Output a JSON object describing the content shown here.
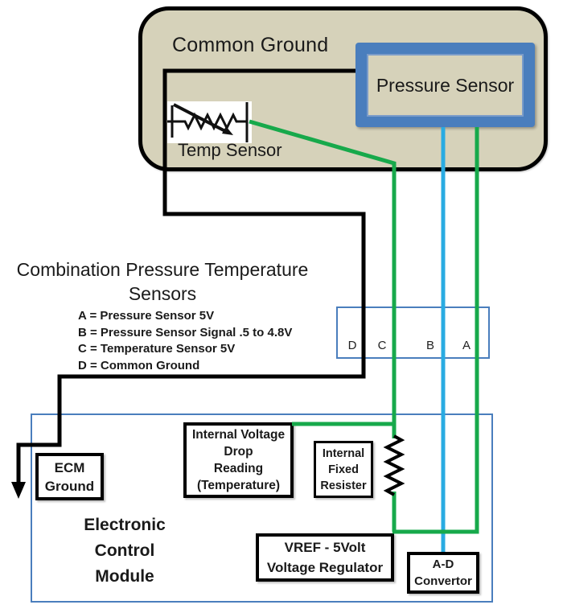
{
  "housing": {
    "label": "Common Ground"
  },
  "pressure_sensor": {
    "label": "Pressure Sensor"
  },
  "temp_sensor": {
    "label": "Temp Sensor"
  },
  "heading": {
    "line1": "Combination Pressure Temperature",
    "line2": "Sensors"
  },
  "legend": {
    "items": [
      "A = Pressure Sensor 5V",
      "B = Pressure Sensor Signal .5 to 4.8V",
      "C = Temperature Sensor 5V",
      "D = Common Ground"
    ]
  },
  "connector": {
    "pins": [
      "D",
      "C",
      "B",
      "A"
    ]
  },
  "ecm": {
    "title_lines": [
      "Electronic",
      "Control",
      "Module"
    ],
    "ground_box_lines": [
      "ECM",
      "Ground"
    ],
    "internal_voltage_drop_lines": [
      "Internal Voltage",
      "Drop",
      "Reading",
      "(Temperature)"
    ],
    "fixed_resistor_lines": [
      "Internal",
      "Fixed",
      "Resister"
    ],
    "vref_lines": [
      "VREF - 5Volt",
      "Voltage Regulator"
    ],
    "ad_converter_lines": [
      "A-D",
      "Convertor"
    ]
  },
  "colors": {
    "wire_ground": "#000000",
    "wire_temp_5v_green": "#17a94b",
    "wire_signal_cyan": "#29abe2",
    "wire_pressure_5v_green": "#17a94b",
    "sensor_frame_blue": "#4a7ebd",
    "housing_tan": "#d6d2ba",
    "module_border_blue": "#4a7ebd"
  }
}
